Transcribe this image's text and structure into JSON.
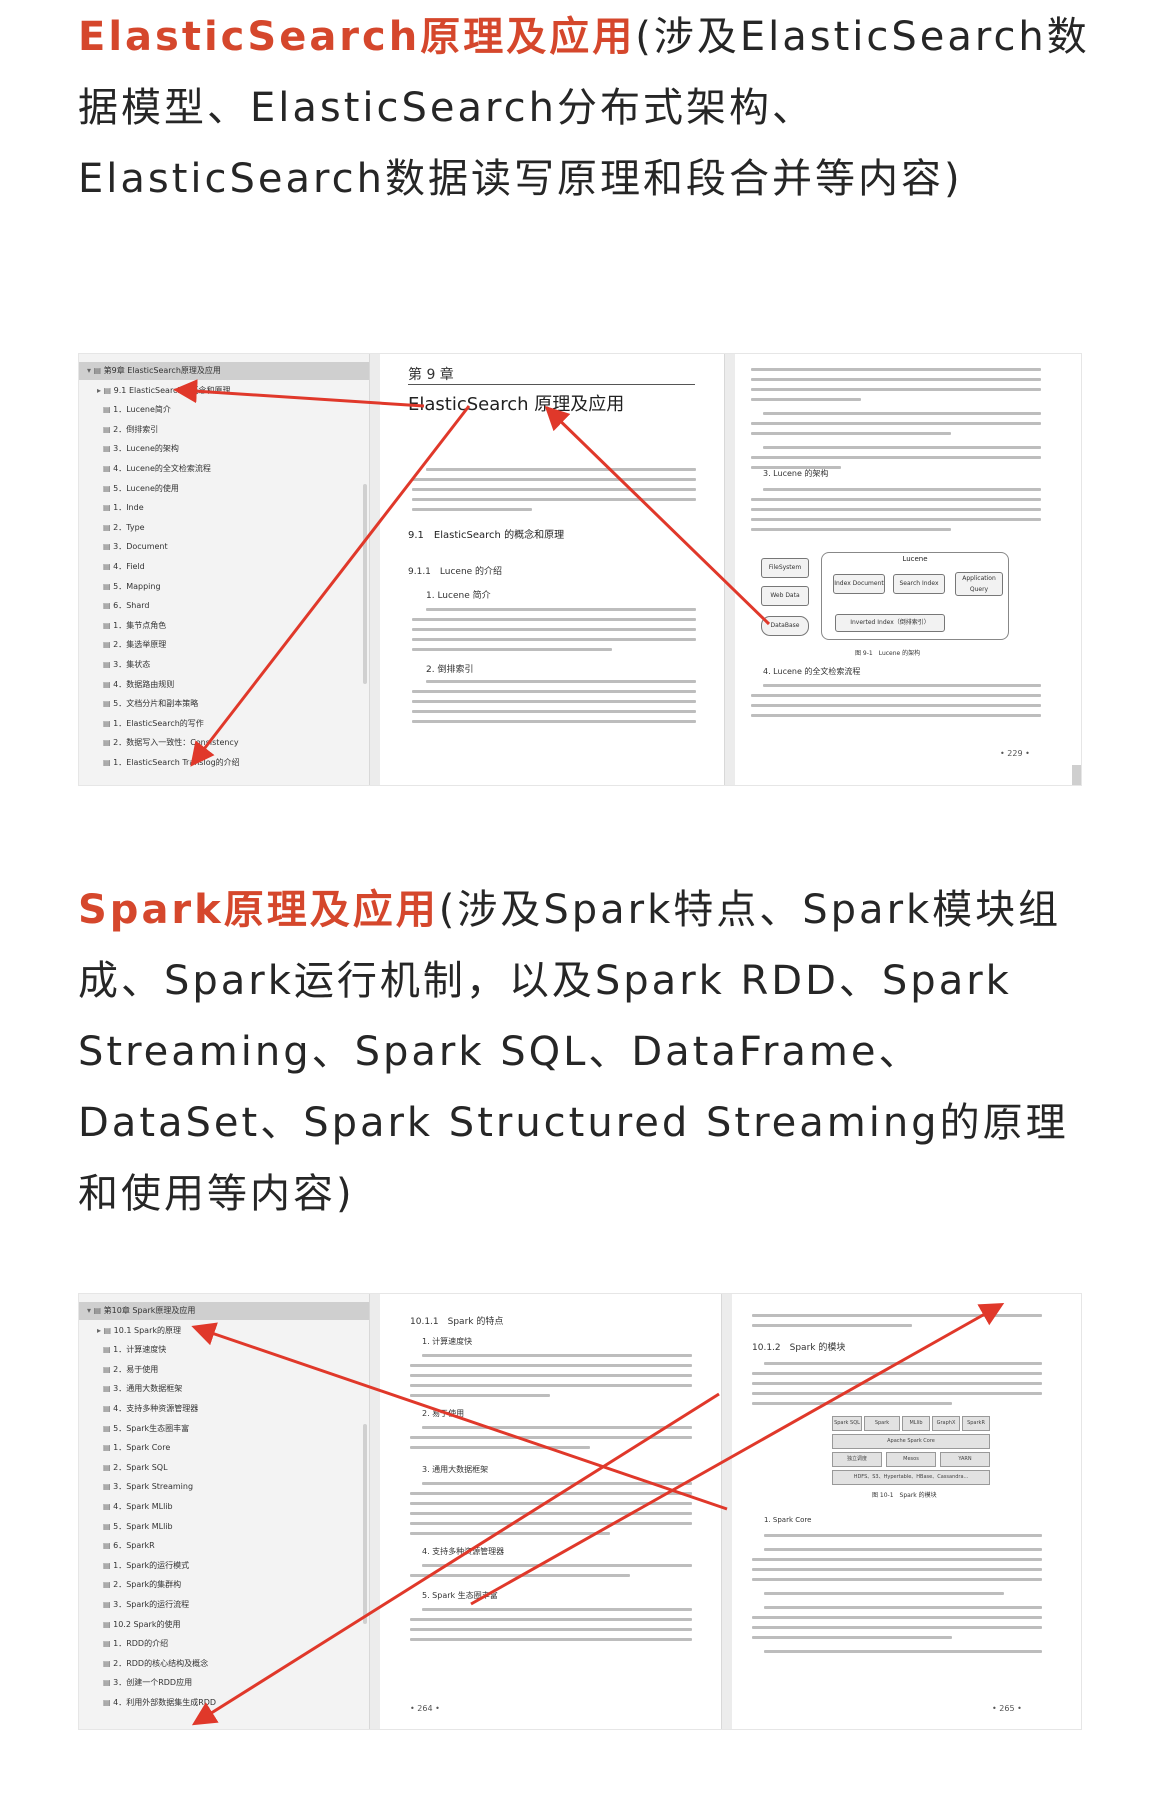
{
  "section1": {
    "highlight": "ElasticSearch原理及应用",
    "text": "(涉及ElasticSearch数据模型、ElasticSearch分布式架构、ElasticSearch数据读写原理和段合并等内容)"
  },
  "shot1": {
    "toc": [
      "第9章 ElasticSearch原理及应用",
      "9.1 ElasticSearch的概念和原理",
      "1．Lucene简介",
      "2．倒排索引",
      "3．Lucene的架构",
      "4．Lucene的全文检索流程",
      "5．Lucene的使用",
      "1．Inde",
      "2．Type",
      "3．Document",
      "4．Field",
      "5．Mapping",
      "6．Shard",
      "1．集节点角色",
      "2．集选举原理",
      "3．集状态",
      "4．数据路由规则",
      "5．文档分片和副本策略",
      "1．ElasticSearch的写作",
      "2．数据写入一致性：Consistency",
      "1．ElasticSearch Translog的介绍"
    ],
    "chapter": "第 9 章",
    "chapter_title": "ElasticSearch 原理及应用",
    "sec_911": "9.1　ElasticSearch 的概念和原理",
    "sub_911": "9.1.1　Lucene 的介绍",
    "item1": "1. Lucene 简介",
    "item2": "2. 倒排索引",
    "item3": "3. Lucene 的架构",
    "item4": "4. Lucene 的全文检索流程",
    "diagram_title": "Lucene",
    "nodes": [
      "FileSystem",
      "Web Data",
      "DataBase",
      "Index Document",
      "Search Index",
      "Application Query",
      "Inverted Index（倒排索引）"
    ],
    "figure_caption": "图 9-1　Lucene 的架构",
    "page_num": "• 229 •"
  },
  "section2": {
    "highlight": "Spark原理及应用",
    "text": "(涉及Spark特点、Spark模块组成、Spark运行机制，以及Spark RDD、Spark Streaming、Spark SQL、DataFrame、DataSet、Spark Structured Streaming的原理和使用等内容)"
  },
  "shot2": {
    "toc": [
      "第10章 Spark原理及应用",
      "10.1 Spark的原理",
      "1．计算速度快",
      "2．易于使用",
      "3．通用大数据框架",
      "4．支持多种资源管理器",
      "5．Spark生态圈丰富",
      "1．Spark Core",
      "2．Spark SQL",
      "3．Spark Streaming",
      "4．Spark MLlib",
      "5．Spark MLlib",
      "6．SparkR",
      "1．Spark的运行模式",
      "2．Spark的集群构",
      "3．Spark的运行流程",
      "10.2 Spark的使用",
      "1．RDD的介绍",
      "2．RDD的核心结构及概念",
      "3．创建一个RDD应用",
      "4．利用外部数据集生成RDD"
    ],
    "sub_1011": "10.1.1　Spark 的特点",
    "s1": "1. 计算速度快",
    "s2": "2. 易于使用",
    "s3": "3. 通用大数据框架",
    "s4": "4. 支持多种资源管理器",
    "s5": "5. Spark 生态圈丰富",
    "sub_1012": "10.1.2　Spark 的模块",
    "spark_core": "1. Spark Core",
    "modules": [
      "Spark SQL",
      "Spark Streaming",
      "MLlib",
      "GraphX",
      "SparkR",
      "Apache Spark Core",
      "独立调度",
      "Mesos",
      "YARN",
      "HDFS、S3、Hypertable、HBase、Cassandra..."
    ],
    "figure_caption": "图 10-1　Spark 的模块",
    "page_left": "• 264 •",
    "page_right": "• 265 •"
  }
}
